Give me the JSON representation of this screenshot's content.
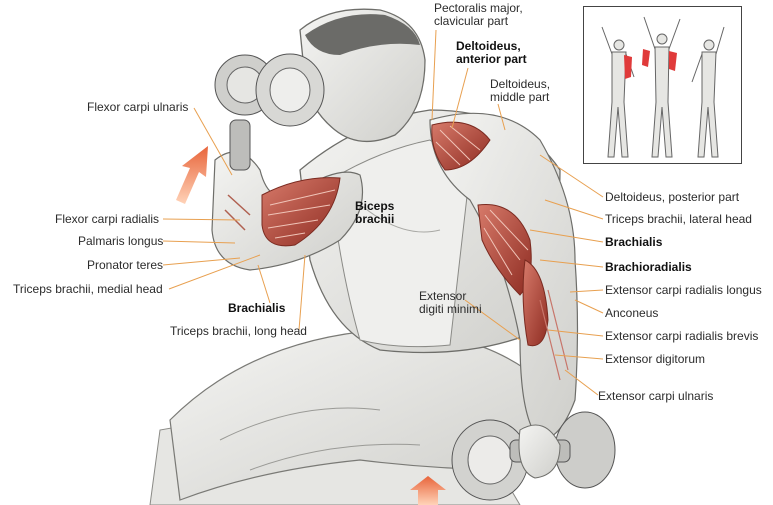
{
  "labels": {
    "pectoralis_major": [
      "Pectoralis major,",
      "clavicular part"
    ],
    "deltoideus_anterior": [
      "Deltoideus,",
      "anterior part"
    ],
    "deltoideus_middle": [
      "Deltoideus,",
      "middle part"
    ],
    "flexor_carpi_ulnaris": "Flexor carpi ulnaris",
    "biceps_brachii": [
      "Biceps",
      "brachii"
    ],
    "flexor_carpi_radialis": "Flexor carpi radialis",
    "palmaris_longus": "Palmaris longus",
    "pronator_teres": "Pronator teres",
    "triceps_medial": "Triceps brachii, medial head",
    "brachialis_left": "Brachialis",
    "triceps_long": "Triceps brachii, long head",
    "extensor_digiti_minimi": [
      "Extensor",
      "digiti minimi"
    ],
    "deltoideus_posterior": "Deltoideus, posterior part",
    "triceps_lateral": "Triceps brachii, lateral head",
    "brachialis_right": "Brachialis",
    "brachioradialis": "Brachioradialis",
    "ext_carpi_rad_longus": "Extensor carpi radialis longus",
    "anconeus": "Anconeus",
    "ext_carpi_rad_brevis": "Extensor carpi radialis brevis",
    "extensor_digitorum": "Extensor digitorum",
    "ext_carpi_ulnaris": "Extensor carpi ulnaris"
  },
  "colors": {
    "leader_line": "#e8a050",
    "muscle": "#b5483a",
    "arrow": "#e8643a",
    "inset_highlight": "#e03a3a"
  },
  "icons": [
    "movement-arrow-icon",
    "movement-arrow-icon",
    "human-figure-icon"
  ]
}
